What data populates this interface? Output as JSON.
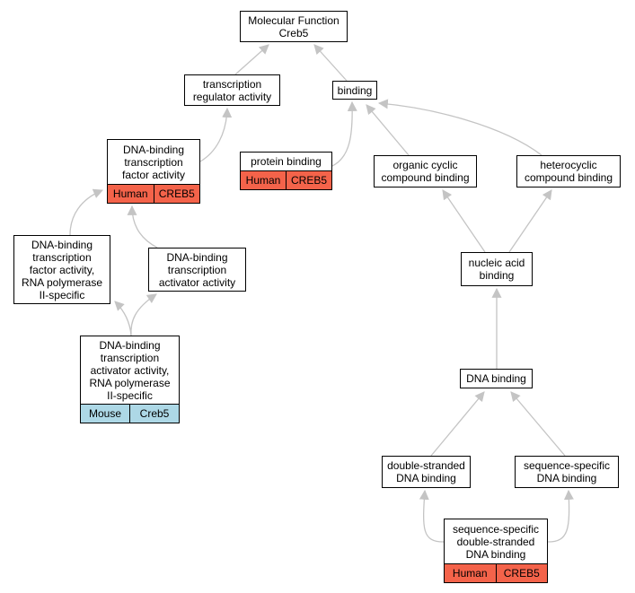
{
  "colors": {
    "edge": "#c4c4c4",
    "human": "#f4634a",
    "mouse": "#add8e6"
  },
  "nodes": {
    "mf": {
      "label": "Molecular Function\nCreb5"
    },
    "tra": {
      "label": "transcription\nregulator activity"
    },
    "binding": {
      "label": "binding"
    },
    "dbtfa": {
      "label": "DNA-binding\ntranscription\nfactor activity",
      "species": "Human",
      "gene": "CREB5"
    },
    "pb": {
      "label": "protein binding",
      "species": "Human",
      "gene": "CREB5"
    },
    "occ": {
      "label": "organic cyclic\ncompound binding"
    },
    "hcb": {
      "label": "heterocyclic\ncompound binding"
    },
    "dbtf2": {
      "label": "DNA-binding\ntranscription\nfactor activity,\nRNA polymerase\nII-specific"
    },
    "dbtaa": {
      "label": "DNA-binding\ntranscription\nactivator activity"
    },
    "nab": {
      "label": "nucleic acid\nbinding"
    },
    "dbtaa2": {
      "label": "DNA-binding\ntranscription\nactivator activity,\nRNA polymerase\nII-specific",
      "species": "Mouse",
      "gene": "Creb5"
    },
    "dnab": {
      "label": "DNA binding"
    },
    "dsdb": {
      "label": "double-stranded\nDNA binding"
    },
    "ssdb": {
      "label": "sequence-specific\nDNA binding"
    },
    "ssdsdb": {
      "label": "sequence-specific\ndouble-stranded\nDNA binding",
      "species": "Human",
      "gene": "CREB5"
    }
  }
}
